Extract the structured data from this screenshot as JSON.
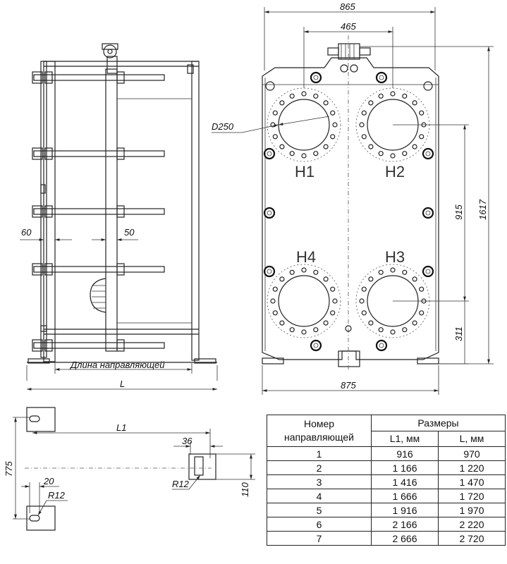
{
  "dims": {
    "overall_width_top": "865",
    "port_spacing": "465",
    "port_diameter": "D250",
    "height_total": "1617",
    "port_vertical": "915",
    "port_low": "311",
    "width_bottom": "875",
    "bolt_gap_left": "60",
    "bolt_gap_right": "50",
    "guide_length": "Длина направляющей",
    "L": "L",
    "L1": "L1",
    "d36": "36",
    "d775": "775",
    "d20": "20",
    "d110": "110",
    "R12_top": "R12",
    "R12_bottom": "R12"
  },
  "ports": {
    "h1": "H1",
    "h2": "H2",
    "h3": "H3",
    "h4": "H4"
  },
  "table": {
    "head_col1": "Номер направляющей",
    "head_col2": "Размеры",
    "sub_l1": "L1, мм",
    "sub_l": "L, мм",
    "rows": [
      {
        "n": "1",
        "l1": "916",
        "l": "970"
      },
      {
        "n": "2",
        "l1": "1 166",
        "l": "1 220"
      },
      {
        "n": "3",
        "l1": "1 416",
        "l": "1 470"
      },
      {
        "n": "4",
        "l1": "1 666",
        "l": "1 720"
      },
      {
        "n": "5",
        "l1": "1 916",
        "l": "1 970"
      },
      {
        "n": "6",
        "l1": "2 166",
        "l": "2 220"
      },
      {
        "n": "7",
        "l1": "2 666",
        "l": "2 720"
      }
    ]
  }
}
